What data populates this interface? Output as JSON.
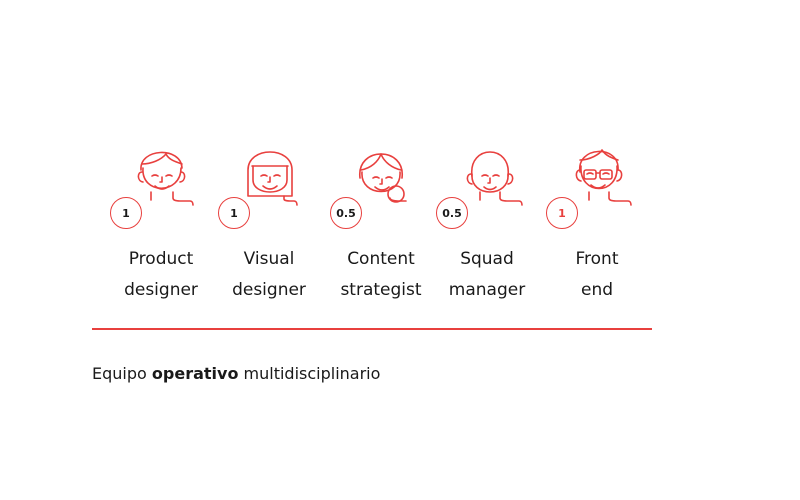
{
  "colors": {
    "accent": "#e8403e",
    "text": "#1a1a1a"
  },
  "roles": [
    {
      "count": "1",
      "line1": "Product",
      "line2": "designer",
      "icon": "male-short-hair-face-icon"
    },
    {
      "count": "1",
      "line1": "Visual",
      "line2": "designer",
      "icon": "female-bob-hair-face-icon"
    },
    {
      "count": "0.5",
      "line1": "Content",
      "line2": "strategist",
      "icon": "female-bun-hair-face-icon"
    },
    {
      "count": "0.5",
      "line1": "Squad",
      "line2": "manager",
      "icon": "bald-face-icon"
    },
    {
      "count": "1",
      "line1": "Front",
      "line2": "end",
      "icon": "glasses-face-icon",
      "accent": true
    }
  ],
  "caption": {
    "prefix": "Equipo ",
    "bold": "operativo",
    "suffix": " multidisciplinario"
  }
}
